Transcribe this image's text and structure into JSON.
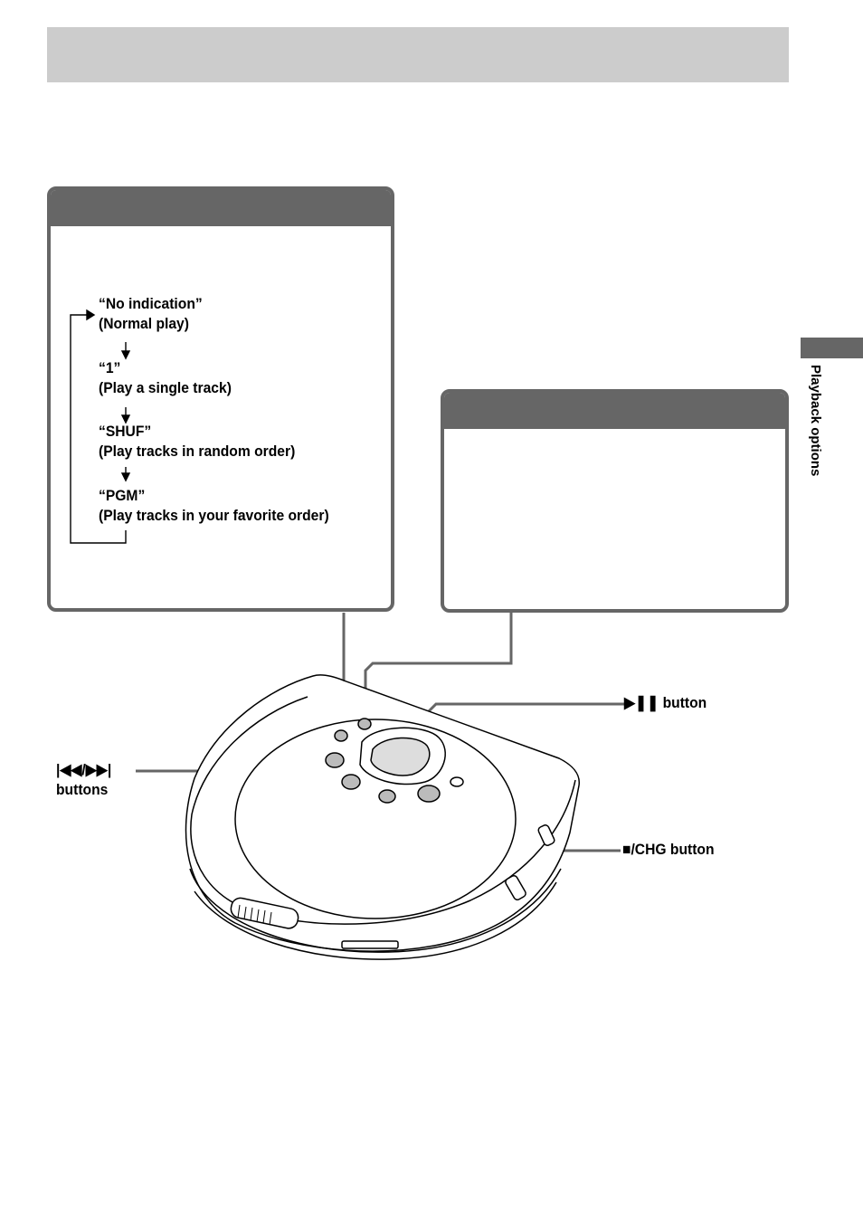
{
  "side_tab": {
    "label": "Playback options"
  },
  "play_mode_box": {
    "cycle": [
      {
        "mode": "“No indication”",
        "desc": " (Normal play)"
      },
      {
        "mode": "“1”",
        "desc": "(Play a single track)"
      },
      {
        "mode": "“SHUF”",
        "desc": "(Play tracks in random order)"
      },
      {
        "mode": "“PGM”",
        "desc": "(Play tracks in your favorite order)"
      }
    ]
  },
  "callouts": {
    "play_pause": {
      "icon": "play-pause-icon",
      "label": "button"
    },
    "prev_next": {
      "icon": "prev-next-icon",
      "label": "buttons"
    },
    "stop_chg": {
      "icon": "stop-icon",
      "label": "/CHG button"
    }
  },
  "colors": {
    "title_bar": "#cccccc",
    "box_header": "#666666",
    "line": "#666666"
  }
}
